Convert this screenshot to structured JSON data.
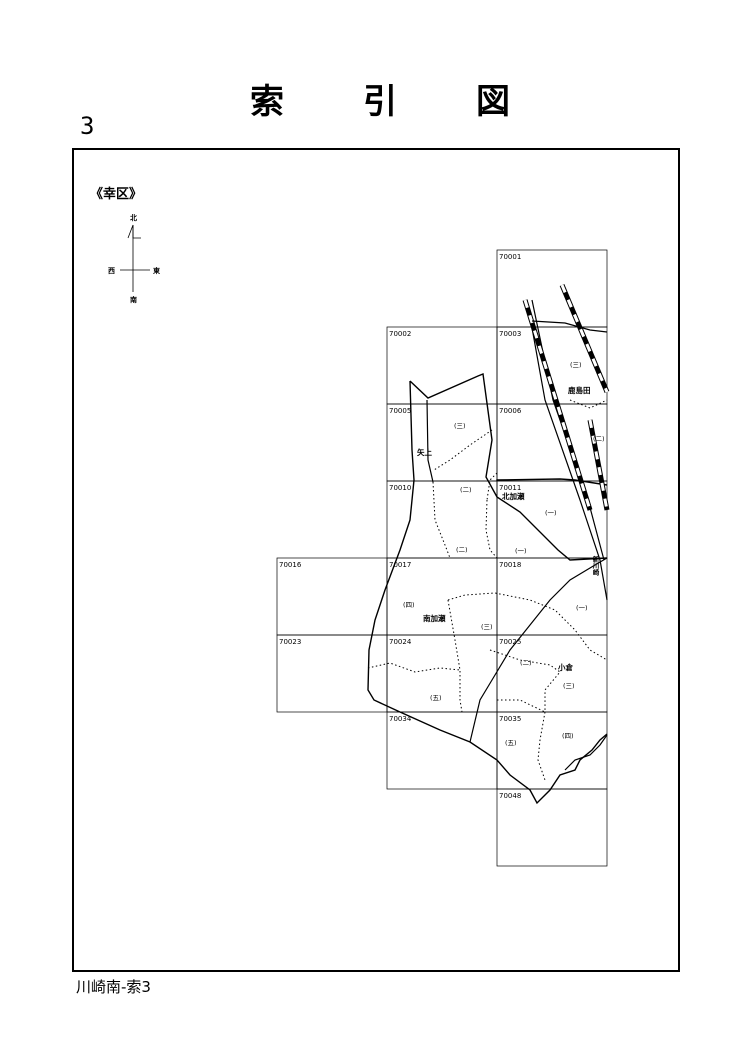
{
  "header": {
    "title_chars": [
      "索",
      "引",
      "図"
    ],
    "page_number": "3"
  },
  "footer": {
    "label": "川崎南-索3"
  },
  "map": {
    "ward_label": "《幸区》",
    "compass": {
      "north": "北",
      "south": "南",
      "east": "東",
      "west": "西"
    },
    "tiles": [
      "70001",
      "70002",
      "70003",
      "70005",
      "70006",
      "70010",
      "70011",
      "70016",
      "70017",
      "70018",
      "70023",
      "70024",
      "70025",
      "70034",
      "70035",
      "70048"
    ],
    "districts": {
      "kashimada": "鹿島田",
      "yagami": "矢上",
      "kitakase": "北加瀬",
      "minamikase": "南加瀬",
      "ogura": "小倉",
      "shinkawasaki": "新川崎"
    },
    "chome": {
      "kashimada_3": "(三)",
      "kashimada_2": "(二)",
      "yagami_3": "(三)",
      "kitakase_2a": "(二)",
      "kitakase_1a": "(一)",
      "kitakase_2b": "(二)",
      "kitakase_1b": "(一)",
      "minamikase_4": "(四)",
      "minamikase_3": "(三)",
      "minamikase_5": "(五)",
      "ogura_1": "(一)",
      "ogura_2": "(二)",
      "ogura_3": "(三)",
      "ogura_5": "(五)",
      "ogura_4": "(四)"
    }
  }
}
